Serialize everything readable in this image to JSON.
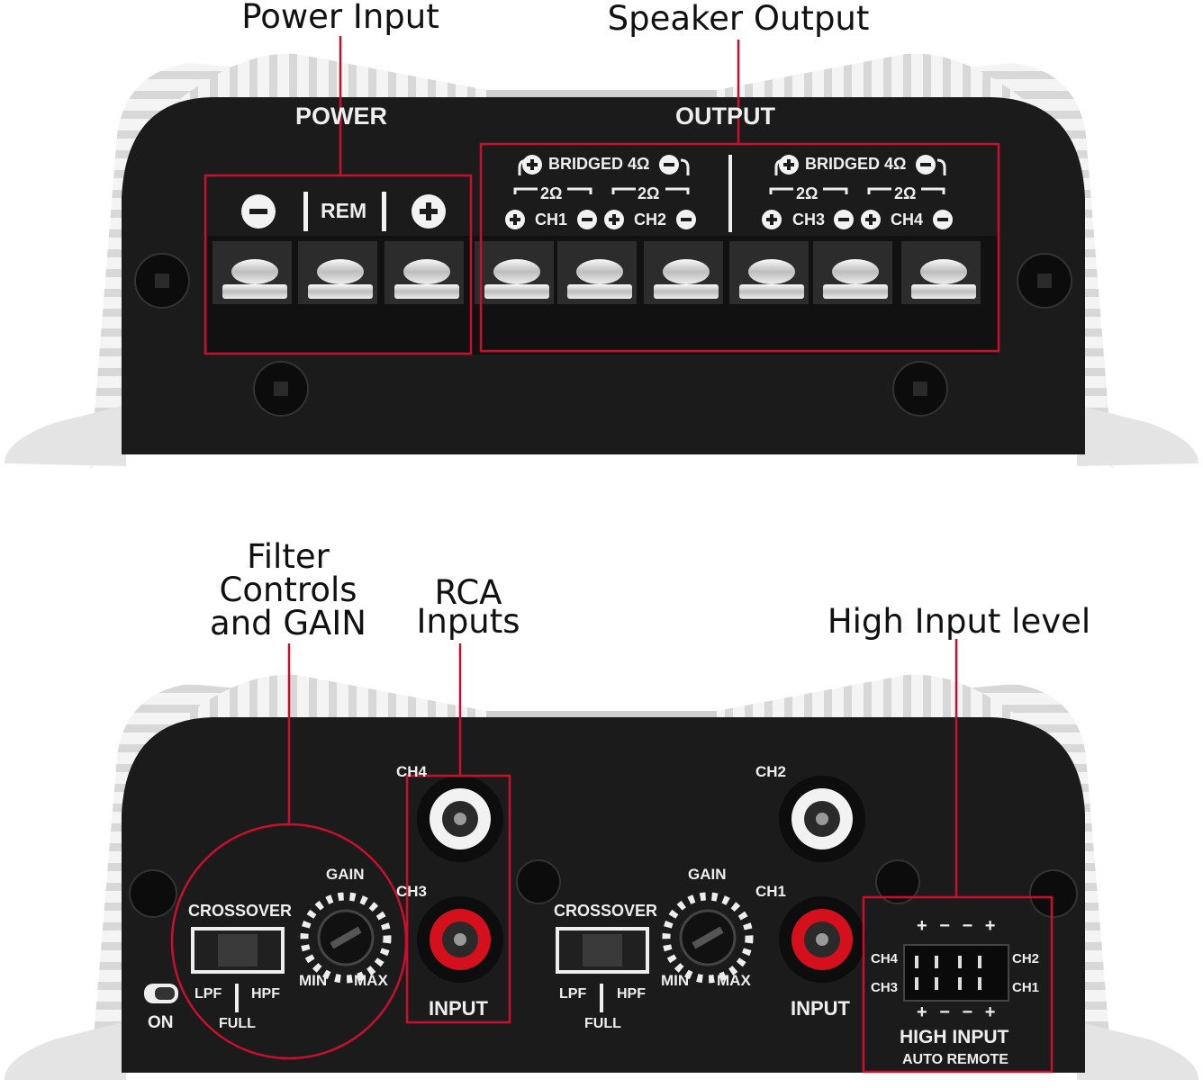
{
  "callouts": {
    "power_input": "Power Input",
    "speaker_output": "Speaker Output",
    "filter_controls_1": "Filter",
    "filter_controls_2": "Controls",
    "filter_controls_3": "and GAIN",
    "rca_inputs_1": "RCA",
    "rca_inputs_2": "Inputs",
    "high_input_level": "High Input level"
  },
  "top_panel": {
    "power_label": "POWER",
    "output_label": "OUTPUT",
    "rem_label": "REM",
    "bridged_left": "BRIDGED 4Ω",
    "bridged_right": "BRIDGED 4Ω",
    "ohm_2": "2Ω",
    "ch1": "CH1",
    "ch2": "CH2",
    "ch3": "CH3",
    "ch4": "CH4"
  },
  "bottom_panel": {
    "ch4": "CH4",
    "ch3": "CH3",
    "ch2": "CH2",
    "ch1": "CH1",
    "gain": "GAIN",
    "crossover": "CROSSOVER",
    "min": "MIN",
    "max": "MAX",
    "lpf": "LPF",
    "hpf": "HPF",
    "full": "FULL",
    "on": "ON",
    "input": "INPUT",
    "hi_ch4": "CH4",
    "hi_ch3": "CH3",
    "hi_ch2": "CH2",
    "hi_ch1": "CH1",
    "hi_polarity": "+ − − +",
    "high_input": "HIGH INPUT",
    "auto_remote": "AUTO REMOTE"
  },
  "colors": {
    "panel": "#1b1b1b",
    "fins": "#e9e9e9",
    "callout_line": "#c8102e",
    "rca_white": "#f2f2f2",
    "rca_red": "#d4101c"
  }
}
